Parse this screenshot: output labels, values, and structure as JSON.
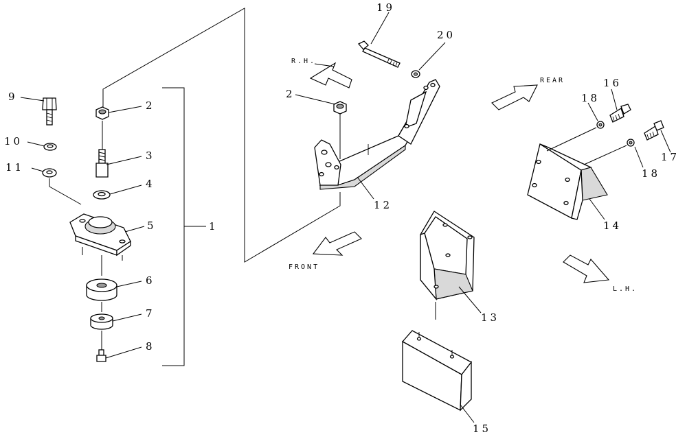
{
  "callouts": {
    "c1": "1",
    "c2a": "2",
    "c2b": "2",
    "c3": "3",
    "c4": "4",
    "c5": "5",
    "c6": "6",
    "c7": "7",
    "c8": "8",
    "c9": "9",
    "c10": "10",
    "c11": "11",
    "c12": "12",
    "c13": "13",
    "c14": "14",
    "c15": "15",
    "c16": "16",
    "c17": "17",
    "c18a": "18",
    "c18b": "18",
    "c19": "19",
    "c20": "20"
  },
  "direction_labels": {
    "rh": "R.H.",
    "rear": "REAR",
    "front": "FRONT",
    "lh": "L.H."
  }
}
